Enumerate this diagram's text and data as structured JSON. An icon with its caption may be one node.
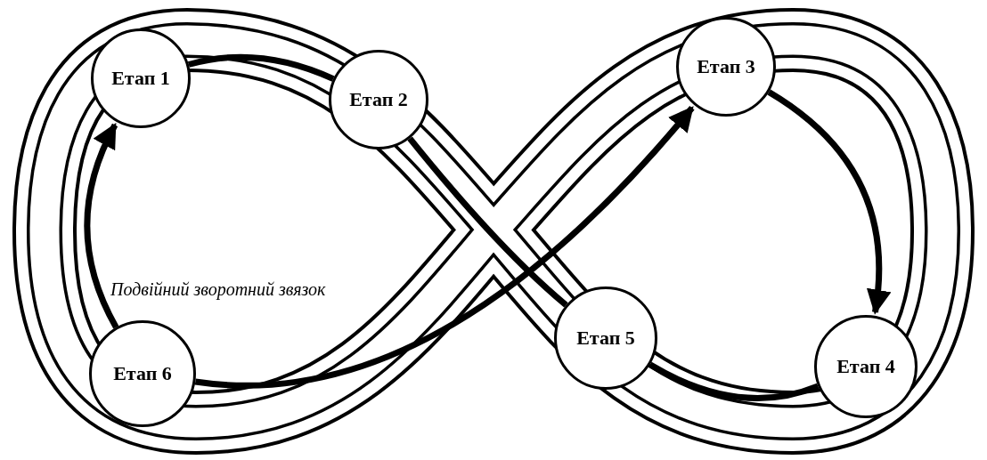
{
  "diagram": {
    "nodes": [
      {
        "text": [
          "Етап 1"
        ]
      },
      {
        "text": [
          "Етап 2"
        ]
      },
      {
        "text": [
          "Етап 3"
        ]
      },
      {
        "text": [
          "Етап 4"
        ]
      },
      {
        "text": [
          "Етап 5"
        ]
      },
      {
        "text": [
          "Етап 6"
        ]
      }
    ],
    "edges": [
      {
        "from": 5,
        "to": 0,
        "arrow": "to"
      },
      {
        "from": 0,
        "to": 1,
        "arrow": "none"
      },
      {
        "from": 1,
        "to": 4,
        "arrow": "none"
      },
      {
        "from": 5,
        "to": 2,
        "arrow": "to"
      },
      {
        "from": 2,
        "to": 3,
        "arrow": "to"
      },
      {
        "from": 3,
        "to": 4,
        "arrow": "none"
      }
    ],
    "labels": [
      "Подвійний зворотний звязок"
    ]
  }
}
